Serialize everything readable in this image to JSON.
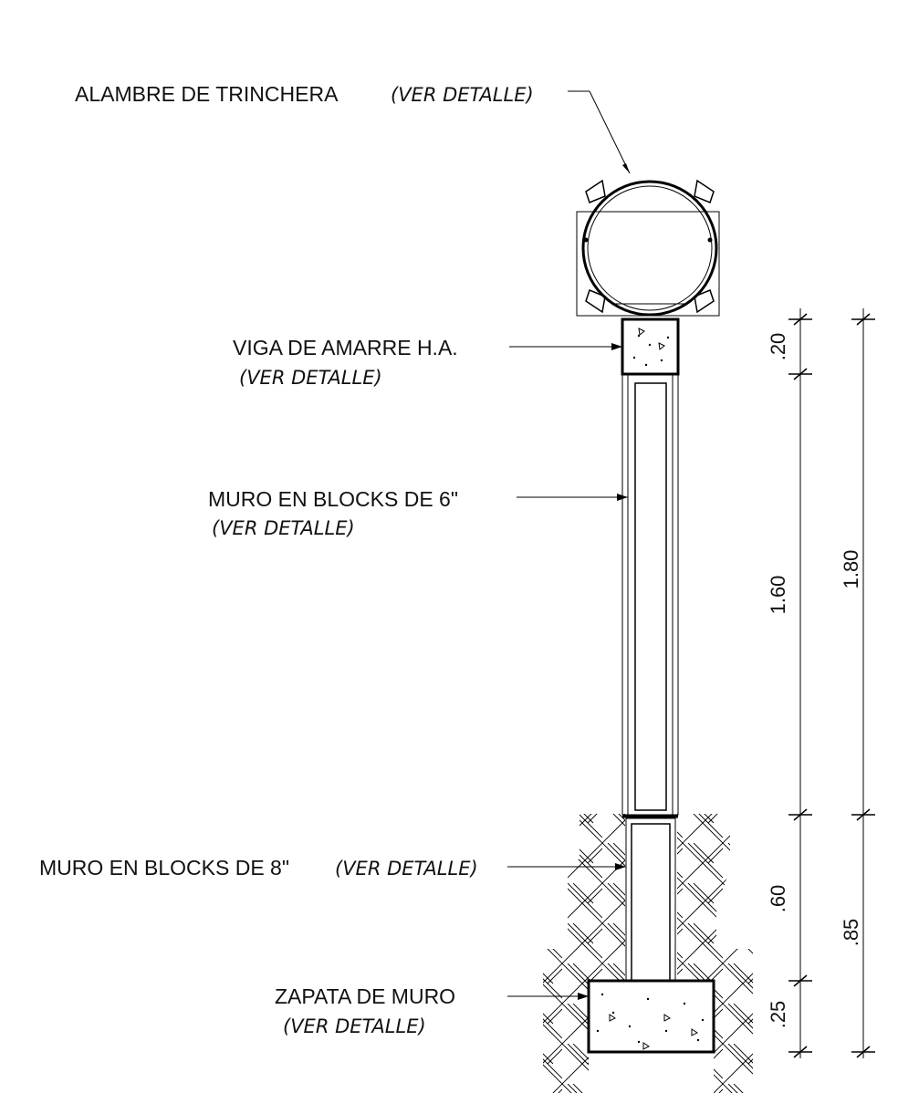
{
  "labels": {
    "alambre": "ALAMBRE DE TRINCHERA",
    "alambre_ref": "(VER DETALLE)",
    "viga": "VIGA DE AMARRE H.A.",
    "viga_ref": "(VER DETALLE)",
    "muro6": "MURO EN BLOCKS DE 6\"",
    "muro6_ref": "(VER DETALLE)",
    "muro8": "MURO EN BLOCKS DE 8\"",
    "muro8_ref": "(VER DETALLE)",
    "zapata": "ZAPATA  DE MURO",
    "zapata_ref": "(VER DETALLE)"
  },
  "dimensions": {
    "viga": ".20",
    "muro_6": "1.60",
    "total_above": "1.80",
    "muro_8": ".60",
    "zapata": ".25",
    "total_below": ".85"
  }
}
